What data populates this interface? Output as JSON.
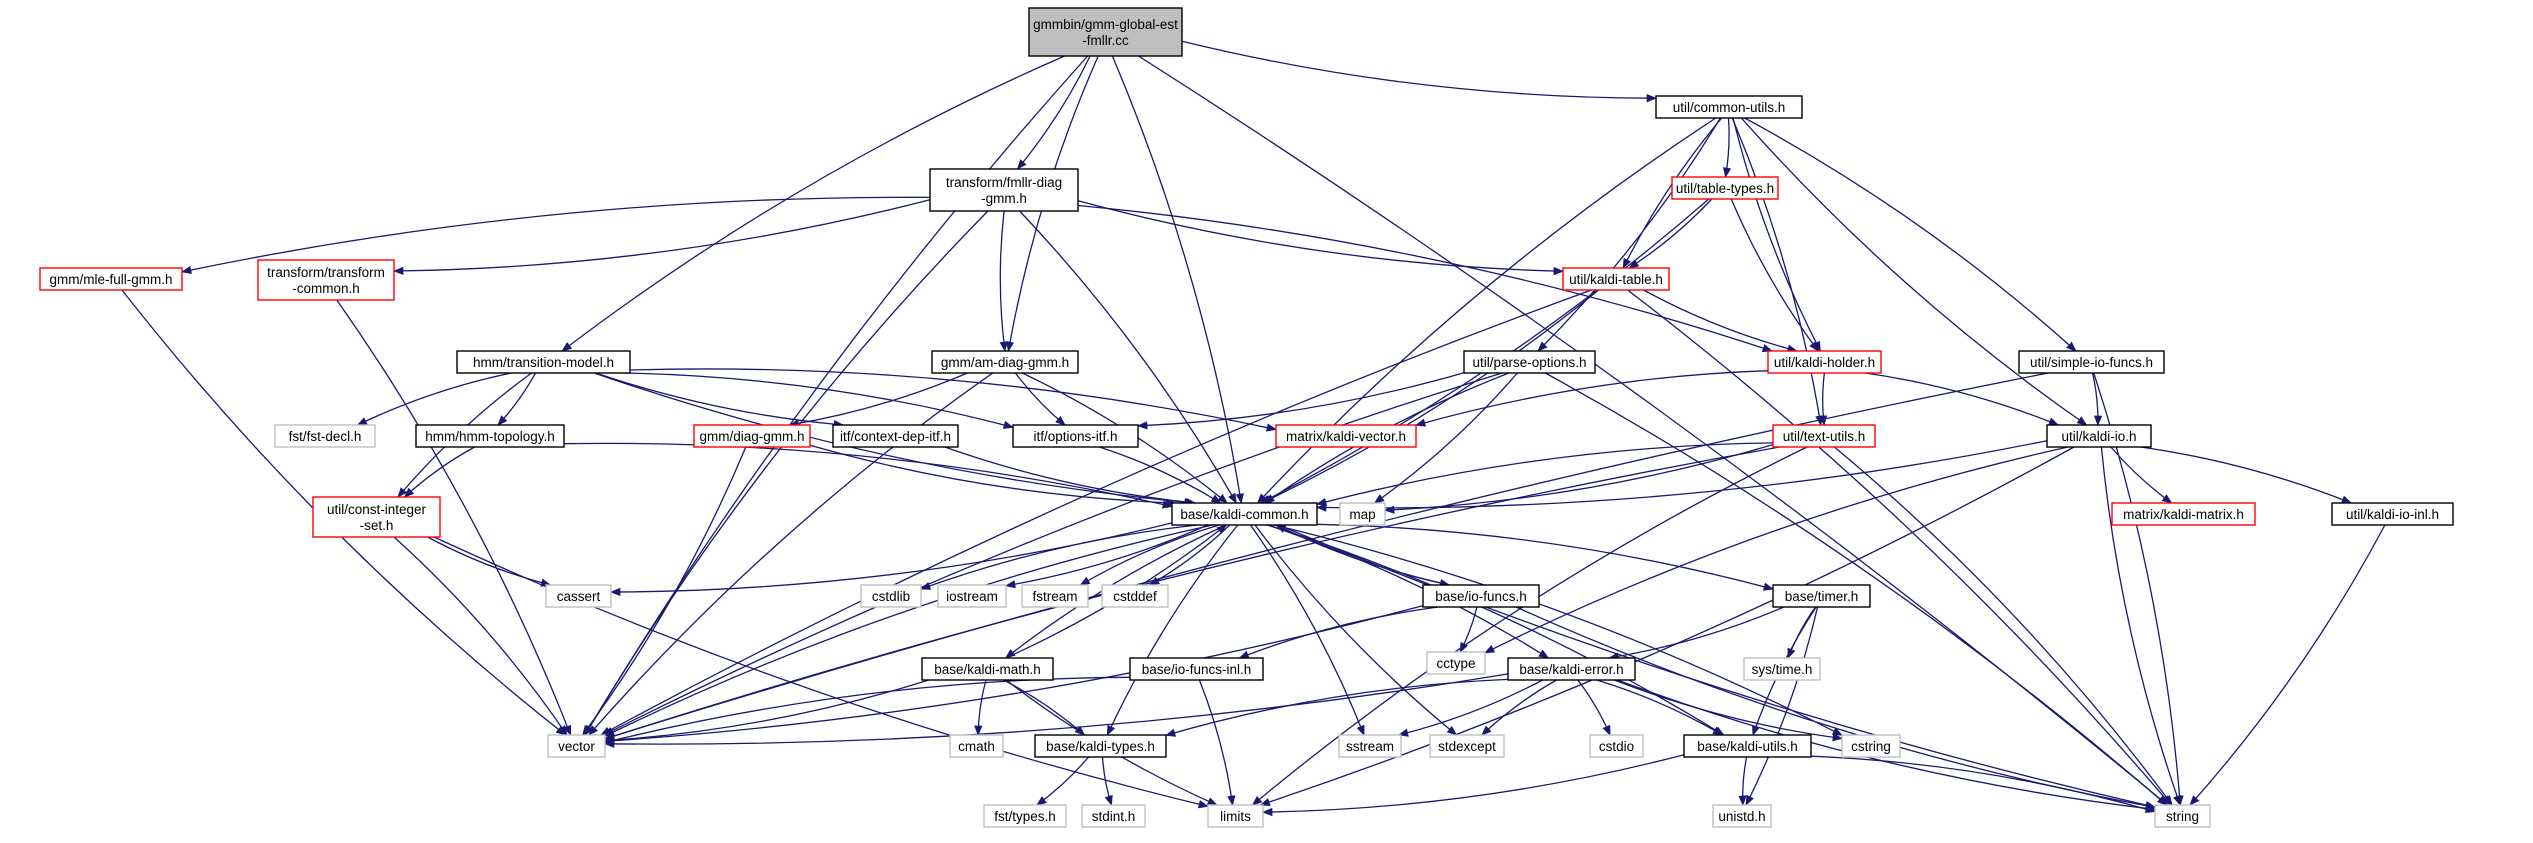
{
  "colors": {
    "edge": "#191970",
    "root_fill": "#bfbfbf",
    "normal_border": "#000000",
    "truncated_border": "#ff0000",
    "system_border": "#bfbfbf",
    "background": "#ffffff"
  },
  "nodes": [
    {
      "id": "root",
      "lines": [
        "gmmbin/gmm-global-est",
        "-fmllr.cc"
      ],
      "kind": "root"
    },
    {
      "id": "common-utils",
      "lines": [
        "util/common-utils.h"
      ],
      "kind": "normal"
    },
    {
      "id": "fmllr-diag",
      "lines": [
        "transform/fmllr-diag",
        "-gmm.h"
      ],
      "kind": "normal"
    },
    {
      "id": "table-types",
      "lines": [
        "util/table-types.h"
      ],
      "kind": "truncated"
    },
    {
      "id": "mle-full",
      "lines": [
        "gmm/mle-full-gmm.h"
      ],
      "kind": "truncated"
    },
    {
      "id": "transform-common",
      "lines": [
        "transform/transform",
        "-common.h"
      ],
      "kind": "truncated"
    },
    {
      "id": "kaldi-table",
      "lines": [
        "util/kaldi-table.h"
      ],
      "kind": "truncated"
    },
    {
      "id": "transition-model",
      "lines": [
        "hmm/transition-model.h"
      ],
      "kind": "normal"
    },
    {
      "id": "am-diag",
      "lines": [
        "gmm/am-diag-gmm.h"
      ],
      "kind": "normal"
    },
    {
      "id": "parse-options",
      "lines": [
        "util/parse-options.h"
      ],
      "kind": "normal"
    },
    {
      "id": "kaldi-holder",
      "lines": [
        "util/kaldi-holder.h"
      ],
      "kind": "truncated"
    },
    {
      "id": "simple-io",
      "lines": [
        "util/simple-io-funcs.h"
      ],
      "kind": "normal"
    },
    {
      "id": "fst-decl",
      "lines": [
        "fst/fst-decl.h"
      ],
      "kind": "system"
    },
    {
      "id": "hmm-topology",
      "lines": [
        "hmm/hmm-topology.h"
      ],
      "kind": "normal"
    },
    {
      "id": "diag-gmm",
      "lines": [
        "gmm/diag-gmm.h"
      ],
      "kind": "truncated"
    },
    {
      "id": "context-dep",
      "lines": [
        "itf/context-dep-itf.h"
      ],
      "kind": "normal"
    },
    {
      "id": "options-itf",
      "lines": [
        "itf/options-itf.h"
      ],
      "kind": "normal"
    },
    {
      "id": "kaldi-vector",
      "lines": [
        "matrix/kaldi-vector.h"
      ],
      "kind": "truncated"
    },
    {
      "id": "text-utils",
      "lines": [
        "util/text-utils.h"
      ],
      "kind": "truncated"
    },
    {
      "id": "kaldi-io",
      "lines": [
        "util/kaldi-io.h"
      ],
      "kind": "normal"
    },
    {
      "id": "const-integer",
      "lines": [
        "util/const-integer",
        "-set.h"
      ],
      "kind": "truncated"
    },
    {
      "id": "kaldi-common",
      "lines": [
        "base/kaldi-common.h"
      ],
      "kind": "normal"
    },
    {
      "id": "map",
      "lines": [
        "map"
      ],
      "kind": "system"
    },
    {
      "id": "kaldi-matrix",
      "lines": [
        "matrix/kaldi-matrix.h"
      ],
      "kind": "truncated"
    },
    {
      "id": "kaldi-io-inl",
      "lines": [
        "util/kaldi-io-inl.h"
      ],
      "kind": "normal"
    },
    {
      "id": "cassert",
      "lines": [
        "cassert"
      ],
      "kind": "system"
    },
    {
      "id": "cstdlib",
      "lines": [
        "cstdlib"
      ],
      "kind": "system"
    },
    {
      "id": "iostream",
      "lines": [
        "iostream"
      ],
      "kind": "system"
    },
    {
      "id": "fstream",
      "lines": [
        "fstream"
      ],
      "kind": "system"
    },
    {
      "id": "cstddef",
      "lines": [
        "cstddef"
      ],
      "kind": "system"
    },
    {
      "id": "io-funcs",
      "lines": [
        "base/io-funcs.h"
      ],
      "kind": "normal"
    },
    {
      "id": "timer",
      "lines": [
        "base/timer.h"
      ],
      "kind": "normal"
    },
    {
      "id": "cctype",
      "lines": [
        "cctype"
      ],
      "kind": "system"
    },
    {
      "id": "sys-time",
      "lines": [
        "sys/time.h"
      ],
      "kind": "system"
    },
    {
      "id": "kaldi-math",
      "lines": [
        "base/kaldi-math.h"
      ],
      "kind": "normal"
    },
    {
      "id": "io-funcs-inl",
      "lines": [
        "base/io-funcs-inl.h"
      ],
      "kind": "normal"
    },
    {
      "id": "kaldi-error",
      "lines": [
        "base/kaldi-error.h"
      ],
      "kind": "normal"
    },
    {
      "id": "vector",
      "lines": [
        "vector"
      ],
      "kind": "system"
    },
    {
      "id": "cmath",
      "lines": [
        "cmath"
      ],
      "kind": "system"
    },
    {
      "id": "sstream",
      "lines": [
        "sstream"
      ],
      "kind": "system"
    },
    {
      "id": "stdexcept",
      "lines": [
        "stdexcept"
      ],
      "kind": "system"
    },
    {
      "id": "cstdio",
      "lines": [
        "cstdio"
      ],
      "kind": "system"
    },
    {
      "id": "cstring",
      "lines": [
        "cstring"
      ],
      "kind": "system"
    },
    {
      "id": "kaldi-types",
      "lines": [
        "base/kaldi-types.h"
      ],
      "kind": "normal"
    },
    {
      "id": "kaldi-utils",
      "lines": [
        "base/kaldi-utils.h"
      ],
      "kind": "normal"
    },
    {
      "id": "fst-types",
      "lines": [
        "fst/types.h"
      ],
      "kind": "system"
    },
    {
      "id": "stdint",
      "lines": [
        "stdint.h"
      ],
      "kind": "system"
    },
    {
      "id": "limits",
      "lines": [
        "limits"
      ],
      "kind": "system"
    },
    {
      "id": "unistd",
      "lines": [
        "unistd.h"
      ],
      "kind": "system"
    },
    {
      "id": "string",
      "lines": [
        "string"
      ],
      "kind": "system"
    }
  ],
  "edges": [
    [
      "root",
      "vector"
    ],
    [
      "root",
      "hmm/transition-model.h"
    ],
    [
      "root",
      "transition-model"
    ],
    [
      "root",
      "fmllr-diag"
    ],
    [
      "root",
      "am-diag"
    ],
    [
      "root",
      "kaldi-common"
    ],
    [
      "root",
      "common-utils"
    ],
    [
      "root",
      "string"
    ],
    [
      "common-utils",
      "kaldi-common"
    ],
    [
      "common-utils",
      "parse-options"
    ],
    [
      "common-utils",
      "kaldi-table"
    ],
    [
      "common-utils",
      "table-types"
    ],
    [
      "common-utils",
      "kaldi-holder"
    ],
    [
      "common-utils",
      "text-utils"
    ],
    [
      "common-utils",
      "kaldi-io"
    ],
    [
      "common-utils",
      "simple-io"
    ],
    [
      "fmllr-diag",
      "mle-full"
    ],
    [
      "fmllr-diag",
      "transform-common"
    ],
    [
      "fmllr-diag",
      "kaldi-table"
    ],
    [
      "fmllr-diag",
      "kaldi-holder"
    ],
    [
      "fmllr-diag",
      "am-diag"
    ],
    [
      "fmllr-diag",
      "kaldi-common"
    ],
    [
      "fmllr-diag",
      "vector"
    ],
    [
      "table-types",
      "kaldi-table"
    ],
    [
      "table-types",
      "kaldi-holder"
    ],
    [
      "table-types",
      "kaldi-common"
    ],
    [
      "mle-full",
      "vector"
    ],
    [
      "transform-common",
      "vector"
    ],
    [
      "kaldi-table",
      "kaldi-holder"
    ],
    [
      "kaldi-table",
      "kaldi-common"
    ],
    [
      "kaldi-table",
      "vector"
    ],
    [
      "kaldi-table",
      "string"
    ],
    [
      "transition-model",
      "fst-decl"
    ],
    [
      "transition-model",
      "hmm-topology"
    ],
    [
      "transition-model",
      "const-integer"
    ],
    [
      "transition-model",
      "options-itf"
    ],
    [
      "transition-model",
      "context-dep"
    ],
    [
      "transition-model",
      "kaldi-vector"
    ],
    [
      "transition-model",
      "kaldi-common"
    ],
    [
      "am-diag",
      "diag-gmm"
    ],
    [
      "am-diag",
      "options-itf"
    ],
    [
      "am-diag",
      "kaldi-common"
    ],
    [
      "am-diag",
      "vector"
    ],
    [
      "parse-options",
      "options-itf"
    ],
    [
      "parse-options",
      "kaldi-common"
    ],
    [
      "parse-options",
      "map"
    ],
    [
      "parse-options",
      "vector"
    ],
    [
      "parse-options",
      "string"
    ],
    [
      "kaldi-holder",
      "text-utils"
    ],
    [
      "kaldi-holder",
      "kaldi-io"
    ],
    [
      "kaldi-holder",
      "kaldi-vector"
    ],
    [
      "simple-io",
      "kaldi-io"
    ],
    [
      "simple-io",
      "vector"
    ],
    [
      "simple-io",
      "string"
    ],
    [
      "hmm-topology",
      "const-integer"
    ],
    [
      "hmm-topology",
      "kaldi-common"
    ],
    [
      "diag-gmm",
      "kaldi-common"
    ],
    [
      "diag-gmm",
      "vector"
    ],
    [
      "context-dep",
      "kaldi-common"
    ],
    [
      "options-itf",
      "kaldi-common"
    ],
    [
      "text-utils",
      "kaldi-common"
    ],
    [
      "text-utils",
      "map"
    ],
    [
      "text-utils",
      "limits"
    ],
    [
      "text-utils",
      "string"
    ],
    [
      "text-utils",
      "vector"
    ],
    [
      "kaldi-io",
      "kaldi-common"
    ],
    [
      "kaldi-io",
      "kaldi-matrix"
    ],
    [
      "kaldi-io",
      "kaldi-io-inl"
    ],
    [
      "kaldi-io",
      "cctype"
    ],
    [
      "kaldi-io",
      "limits"
    ],
    [
      "kaldi-io",
      "string"
    ],
    [
      "kaldi-io-inl",
      "string"
    ],
    [
      "const-integer",
      "cassert"
    ],
    [
      "const-integer",
      "vector"
    ],
    [
      "const-integer",
      "limits"
    ],
    [
      "kaldi-common",
      "cassert"
    ],
    [
      "kaldi-common",
      "cstdlib"
    ],
    [
      "kaldi-common",
      "iostream"
    ],
    [
      "kaldi-common",
      "fstream"
    ],
    [
      "kaldi-common",
      "cstddef"
    ],
    [
      "kaldi-common",
      "io-funcs"
    ],
    [
      "kaldi-common",
      "timer"
    ],
    [
      "kaldi-common",
      "kaldi-math"
    ],
    [
      "kaldi-common",
      "kaldi-error"
    ],
    [
      "kaldi-common",
      "kaldi-types"
    ],
    [
      "kaldi-common",
      "kaldi-utils"
    ],
    [
      "kaldi-common",
      "vector"
    ],
    [
      "kaldi-common",
      "sstream"
    ],
    [
      "kaldi-common",
      "stdexcept"
    ],
    [
      "kaldi-common",
      "cstring"
    ],
    [
      "kaldi-common",
      "string"
    ],
    [
      "io-funcs",
      "cctype"
    ],
    [
      "io-funcs",
      "io-funcs-inl"
    ],
    [
      "io-funcs",
      "vector"
    ],
    [
      "io-funcs",
      "string"
    ],
    [
      "io-funcs",
      "kaldi-common"
    ],
    [
      "timer",
      "sys-time"
    ],
    [
      "timer",
      "kaldi-error"
    ],
    [
      "timer",
      "kaldi-utils"
    ],
    [
      "timer",
      "unistd"
    ],
    [
      "kaldi-math",
      "cmath"
    ],
    [
      "kaldi-math",
      "kaldi-types"
    ],
    [
      "kaldi-math",
      "limits"
    ],
    [
      "kaldi-math",
      "vector"
    ],
    [
      "kaldi-math",
      "kaldi-common"
    ],
    [
      "io-funcs-inl",
      "limits"
    ],
    [
      "io-funcs-inl",
      "vector"
    ],
    [
      "kaldi-error",
      "vector"
    ],
    [
      "kaldi-error",
      "kaldi-types"
    ],
    [
      "kaldi-error",
      "sstream"
    ],
    [
      "kaldi-error",
      "stdexcept"
    ],
    [
      "kaldi-error",
      "cstdio"
    ],
    [
      "kaldi-error",
      "cstring"
    ],
    [
      "kaldi-error",
      "kaldi-utils"
    ],
    [
      "kaldi-error",
      "string"
    ],
    [
      "kaldi-types",
      "fst-types"
    ],
    [
      "kaldi-types",
      "stdint"
    ],
    [
      "kaldi-utils",
      "limits"
    ],
    [
      "kaldi-utils",
      "unistd"
    ],
    [
      "kaldi-utils",
      "string"
    ]
  ]
}
